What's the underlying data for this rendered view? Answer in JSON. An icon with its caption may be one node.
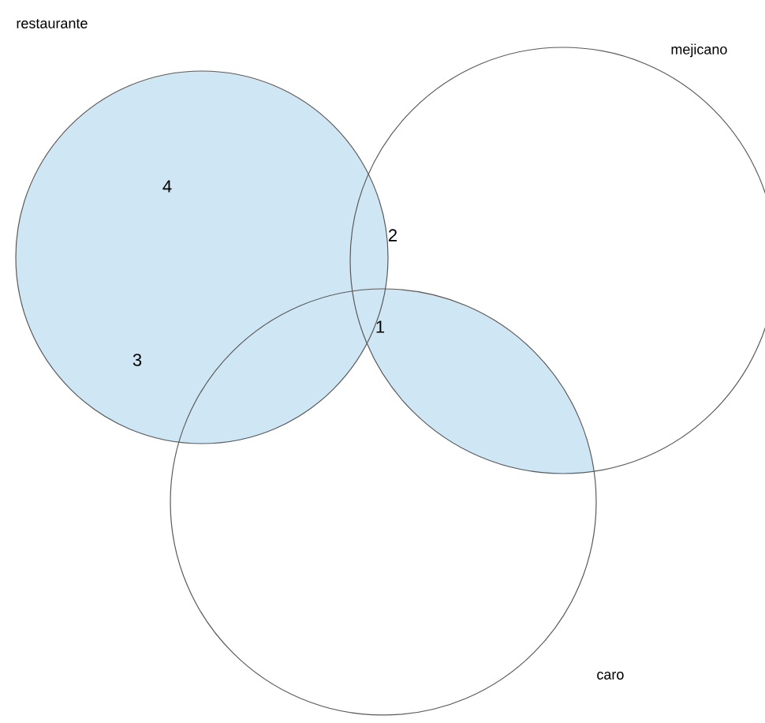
{
  "diagram": {
    "nodes": [
      {
        "text": [
          "restaurante"
        ]
      },
      {
        "text": [
          "mejicano"
        ]
      },
      {
        "text": [
          "caro"
        ]
      }
    ],
    "labels": [
      "4",
      "2",
      "3",
      "1"
    ]
  }
}
